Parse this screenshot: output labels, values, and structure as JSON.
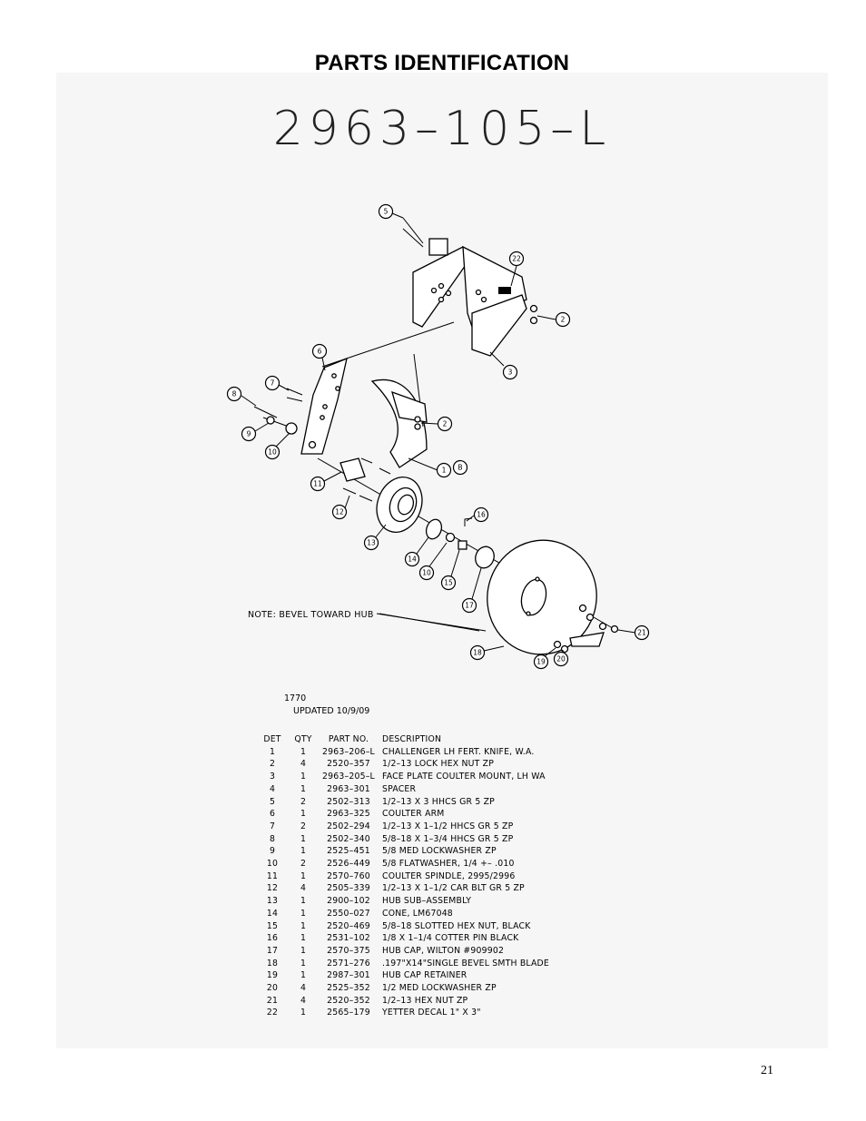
{
  "page": {
    "title": "PARTS IDENTIFICATION",
    "drawing_number": "2963–105–L",
    "page_number": "21"
  },
  "diagram": {
    "note": "NOTE: BEVEL TOWARD HUB",
    "callouts": [
      "5",
      "22",
      "2",
      "3",
      "6",
      "7",
      "8",
      "9",
      "10",
      "2",
      "1",
      "B",
      "11",
      "12",
      "13",
      "16",
      "14",
      "10",
      "15",
      "17",
      "21",
      "18",
      "19",
      "20"
    ]
  },
  "meta": {
    "model": "1770",
    "updated": "UPDATED 10/9/09"
  },
  "parts_table": {
    "headers": [
      "DET",
      "QTY",
      "PART NO.",
      "DESCRIPTION"
    ],
    "rows": [
      [
        "1",
        "1",
        "2963–206–L",
        "CHALLENGER LH FERT. KNIFE, W.A."
      ],
      [
        "2",
        "4",
        "2520–357",
        "1/2–13 LOCK HEX NUT ZP"
      ],
      [
        "3",
        "1",
        "2963–205–L",
        "FACE PLATE COULTER MOUNT, LH WA"
      ],
      [
        "4",
        "1",
        "2963–301",
        "SPACER"
      ],
      [
        "5",
        "2",
        "2502–313",
        "1/2–13 X 3 HHCS GR 5 ZP"
      ],
      [
        "6",
        "1",
        "2963–325",
        "COULTER ARM"
      ],
      [
        "7",
        "2",
        "2502–294",
        "1/2–13 X 1–1/2 HHCS GR 5 ZP"
      ],
      [
        "8",
        "1",
        "2502–340",
        "5/8–18 X 1–3/4 HHCS GR 5 ZP"
      ],
      [
        "9",
        "1",
        "2525–451",
        "5/8 MED LOCKWASHER ZP"
      ],
      [
        "10",
        "2",
        "2526–449",
        "5/8 FLATWASHER, 1/4 +– .010"
      ],
      [
        "11",
        "1",
        "2570–760",
        "COULTER SPINDLE, 2995/2996"
      ],
      [
        "12",
        "4",
        "2505–339",
        "1/2–13 X 1–1/2 CAR BLT GR 5 ZP"
      ],
      [
        "13",
        "1",
        "2900–102",
        "HUB SUB–ASSEMBLY"
      ],
      [
        "14",
        "1",
        "2550–027",
        "CONE, LM67048"
      ],
      [
        "15",
        "1",
        "2520–469",
        "5/8–18 SLOTTED HEX NUT, BLACK"
      ],
      [
        "16",
        "1",
        "2531–102",
        "1/8 X 1–1/4 COTTER PIN BLACK"
      ],
      [
        "17",
        "1",
        "2570–375",
        "HUB CAP, WILTON #909902"
      ],
      [
        "18",
        "1",
        "2571–276",
        ".197\"X14\"SINGLE BEVEL SMTH BLADE"
      ],
      [
        "19",
        "1",
        "2987–301",
        "HUB CAP RETAINER"
      ],
      [
        "20",
        "4",
        "2525–352",
        "1/2 MED LOCKWASHER ZP"
      ],
      [
        "21",
        "4",
        "2520–352",
        "1/2–13 HEX NUT ZP"
      ],
      [
        "22",
        "1",
        "2565–179",
        "YETTER DECAL 1\" X 3\""
      ]
    ]
  }
}
